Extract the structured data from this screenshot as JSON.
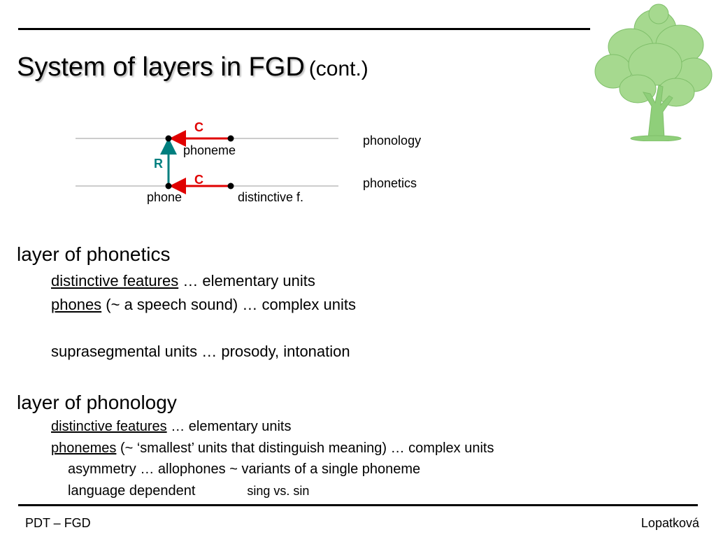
{
  "slide": {
    "title": "System of layers in FGD",
    "title_suffix": "(cont.)"
  },
  "diagram": {
    "c_top": "C",
    "c_bottom": "C",
    "r": "R",
    "phoneme": "phoneme",
    "phone": "phone",
    "distinctive": "distinctive f.",
    "phonology": "phonology",
    "phonetics": "phonetics"
  },
  "phonetics_section": {
    "heading": "layer of phonetics",
    "item1_term": "distinctive features",
    "item1_rest": " … elementary units",
    "item2_term": "phones",
    "item2_rest": " (~ a speech sound) … complex units",
    "item3": "suprasegmental units … prosody, intonation"
  },
  "phonology_section": {
    "heading": "layer of phonology",
    "item1_term": "distinctive features",
    "item1_rest": " … elementary units",
    "item2_term": "phonemes",
    "item2_rest": " (~ ‘smallest’ units that distinguish meaning) … complex units",
    "sub1": "asymmetry … allophones ~ variants of a single phoneme",
    "sub2": "language dependent",
    "sub2_example": "sing vs. sin"
  },
  "footer": {
    "left": "PDT – FGD",
    "right": "Lopatková"
  },
  "colors": {
    "arrow_c": "#e00000",
    "arrow_r": "#007f7f",
    "tree": "#8fcf7a"
  },
  "icons": {
    "tree": "tree-icon"
  }
}
